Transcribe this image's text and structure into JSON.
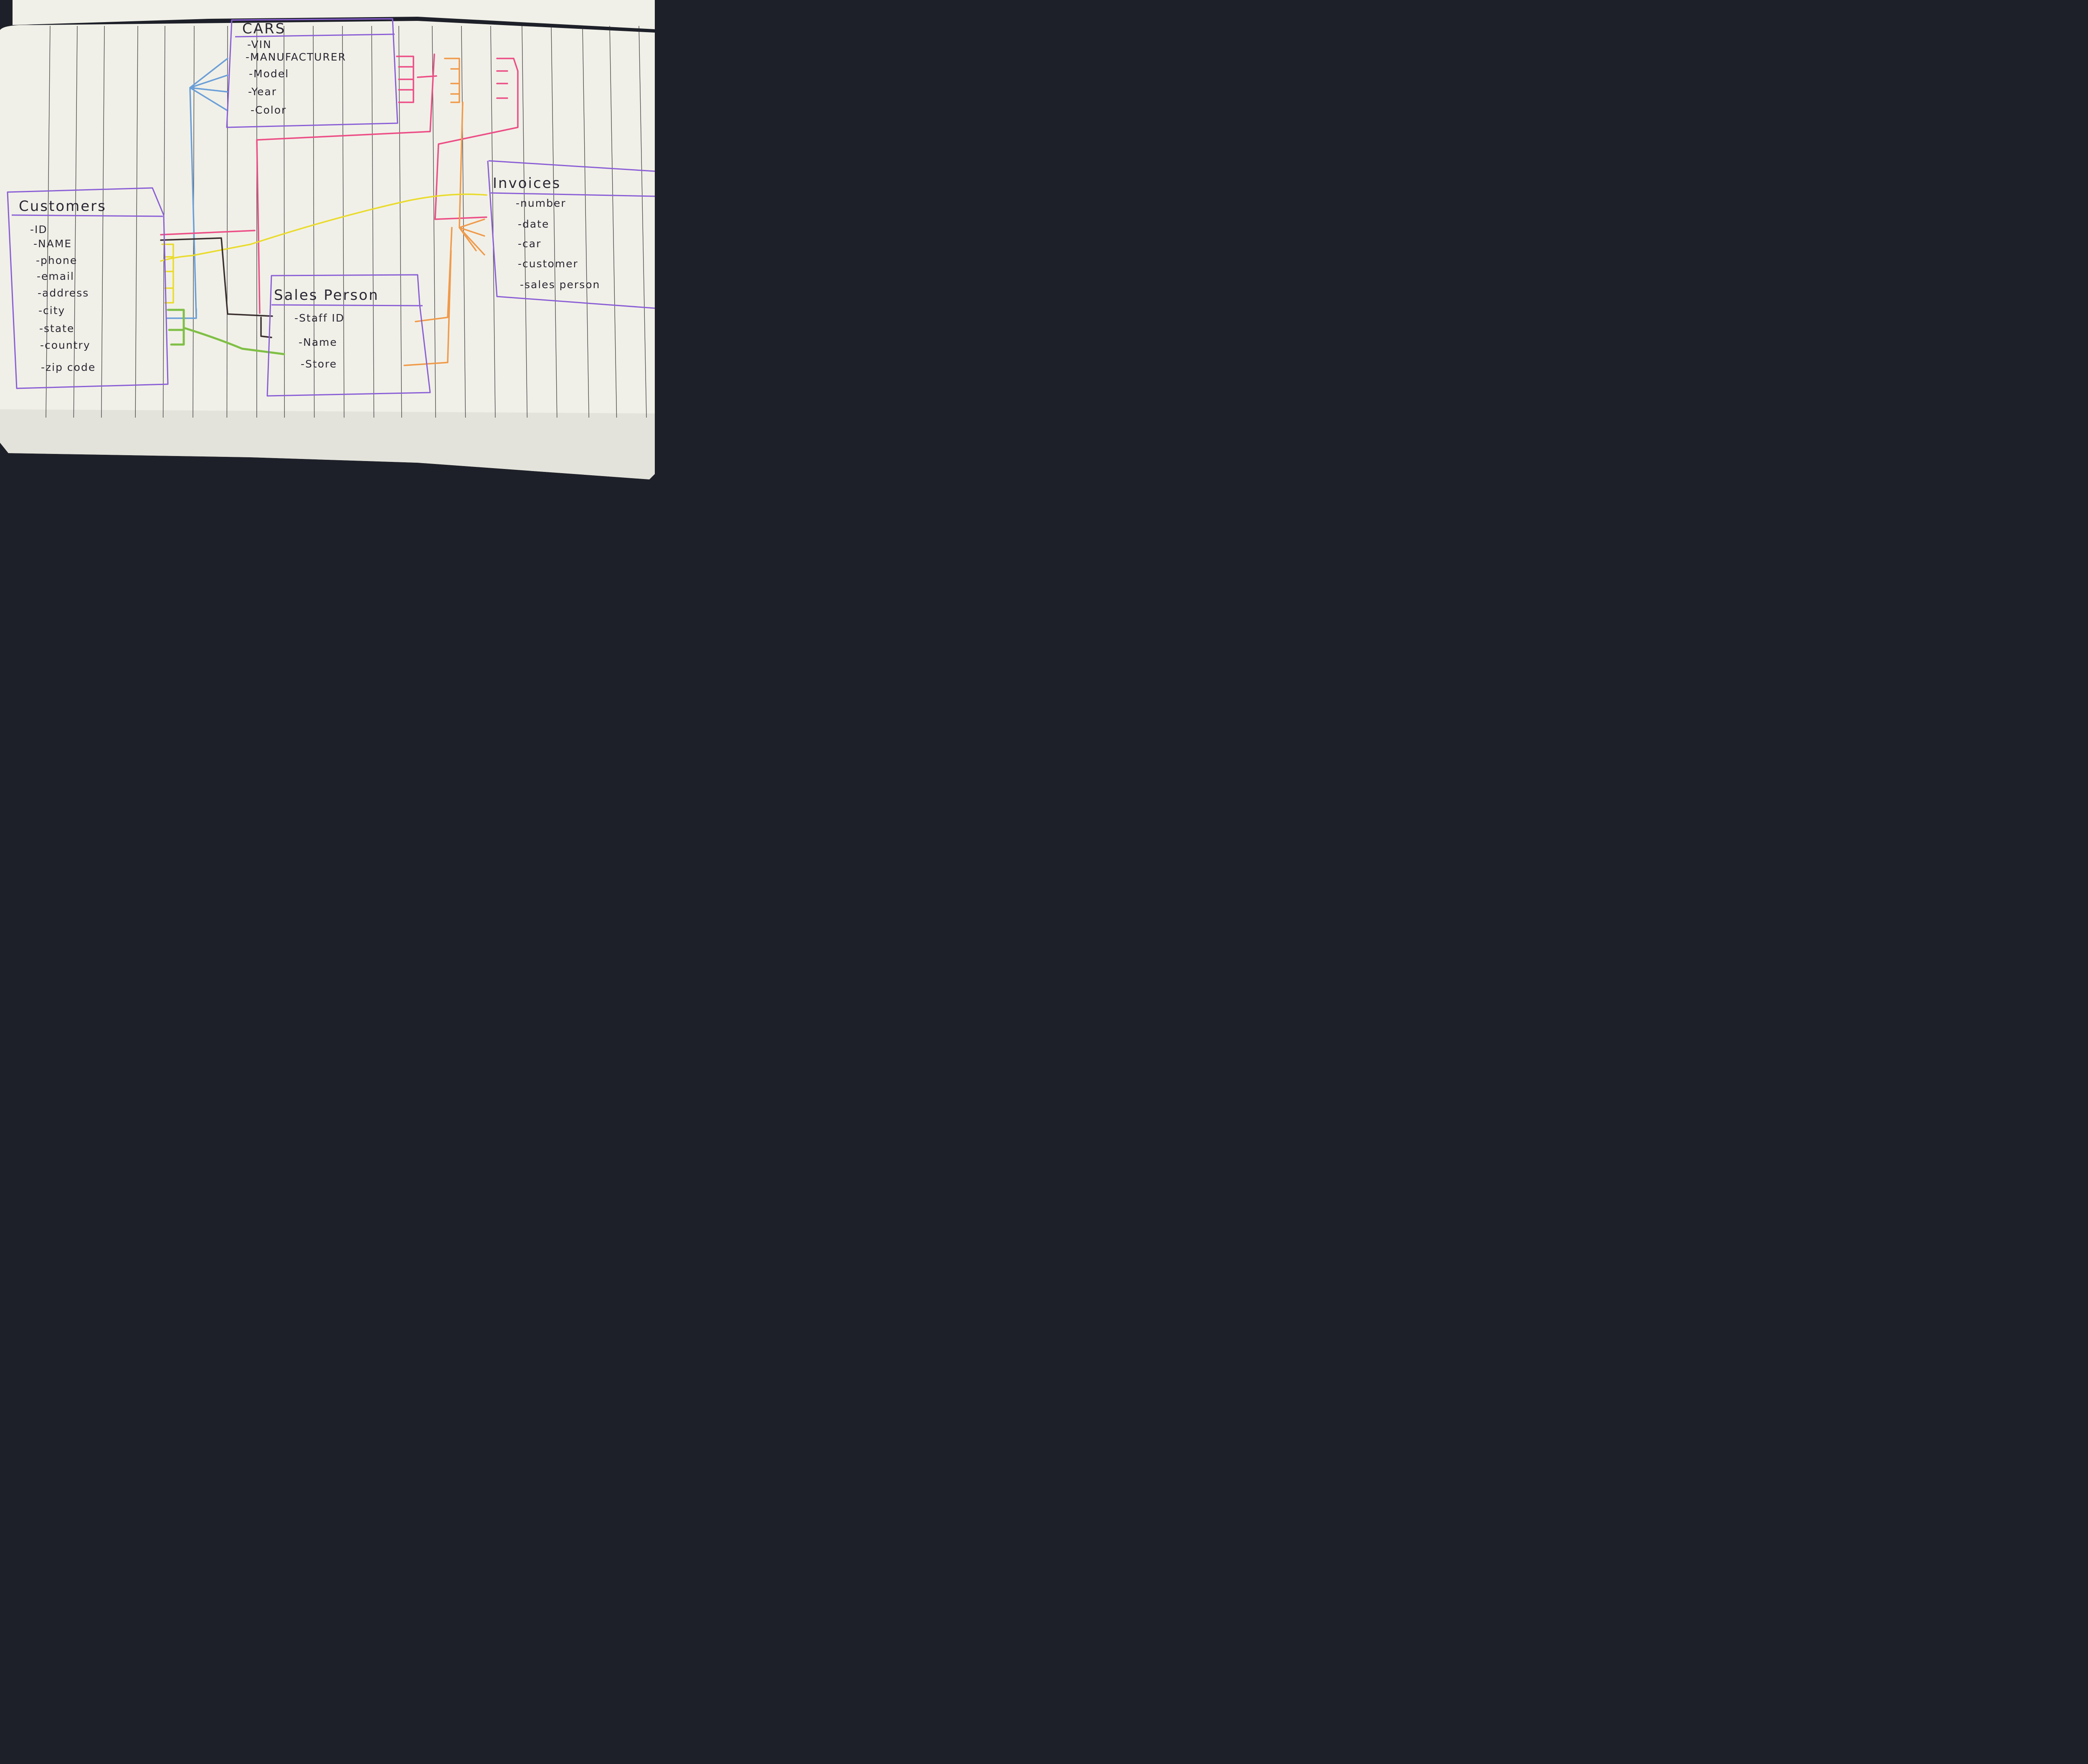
{
  "diagram": {
    "entities": {
      "cars": {
        "title": "CARS",
        "fields": [
          "-VIN",
          "-MANUFACTURER",
          "-Model",
          "-Year",
          "-Color"
        ]
      },
      "customers": {
        "title": "Customers",
        "fields": [
          "-ID",
          "-NAME",
          "-phone",
          "-email",
          "-address",
          "-city",
          "-state",
          "-country",
          "-zip code"
        ]
      },
      "sales_person": {
        "title": "Sales Person",
        "fields": [
          "-Staff ID",
          "-Name",
          "-Store"
        ]
      },
      "invoices": {
        "title": "Invoices",
        "fields": [
          "-number",
          "-date",
          "-car",
          "-customer",
          "-sales person"
        ]
      }
    },
    "colors": {
      "paper": "#f1f0e8",
      "page_shadow": "#d9d8d0",
      "rule_line": "#2b2b2e",
      "box_outline": "#8a5fd6",
      "ink": "#2a2733",
      "pink": "#ec4e86",
      "orange": "#f09a4a",
      "yellow": "#eadb2c",
      "blue": "#6b9fd8",
      "green": "#7fbf46",
      "black": "#3a3030"
    }
  }
}
